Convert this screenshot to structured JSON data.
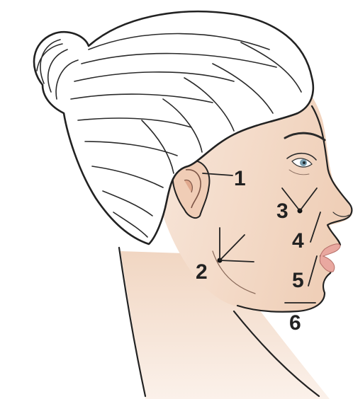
{
  "diagram": {
    "labels": [
      {
        "id": "1",
        "text": "1"
      },
      {
        "id": "2",
        "text": "2"
      },
      {
        "id": "3",
        "text": "3"
      },
      {
        "id": "4",
        "text": "4"
      },
      {
        "id": "5",
        "text": "5"
      },
      {
        "id": "6",
        "text": "6"
      }
    ],
    "colors": {
      "skin": "#f3d9c6",
      "skin_shadow": "#e9c3a8",
      "lips": "#e9a8a0",
      "eye": "#7a9fb0",
      "ink": "#222222"
    }
  }
}
